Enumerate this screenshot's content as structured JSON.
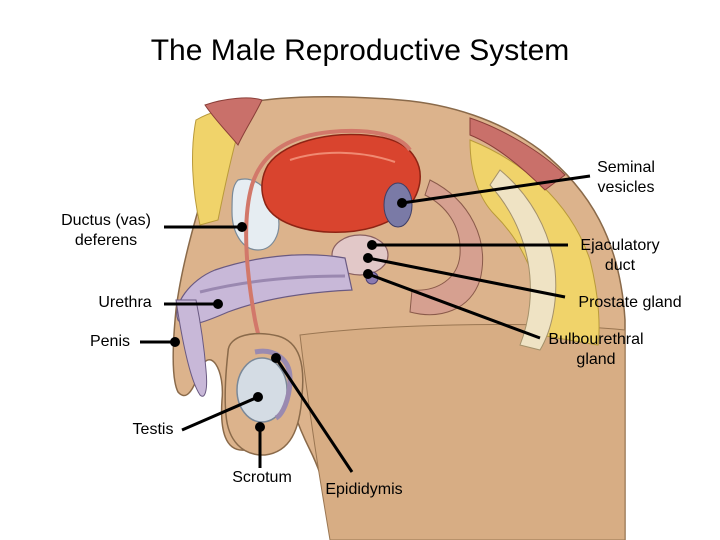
{
  "title": "The Male Reproductive System",
  "labels": {
    "seminal_vesicles": [
      "Seminal",
      "vesicles"
    ],
    "ductus_deferens": [
      "Ductus (vas)",
      "deferens"
    ],
    "ejaculatory_duct": [
      "Ejaculatory",
      "duct"
    ],
    "urethra": "Urethra",
    "prostate_gland": "Prostate gland",
    "penis": "Penis",
    "bulbourethral_gland": [
      "Bulbourethral",
      "gland"
    ],
    "testis": "Testis",
    "scrotum": "Scrotum",
    "epididymis": "Epididymis"
  },
  "colors": {
    "leader_line": "#000000",
    "skin": "#c9a07a",
    "bladder": "#d9442e",
    "fat": "#f0d36a",
    "erectile_tissue": "#c8b8d8",
    "testis": "#d4dce4",
    "muscle": "#c9706a"
  }
}
